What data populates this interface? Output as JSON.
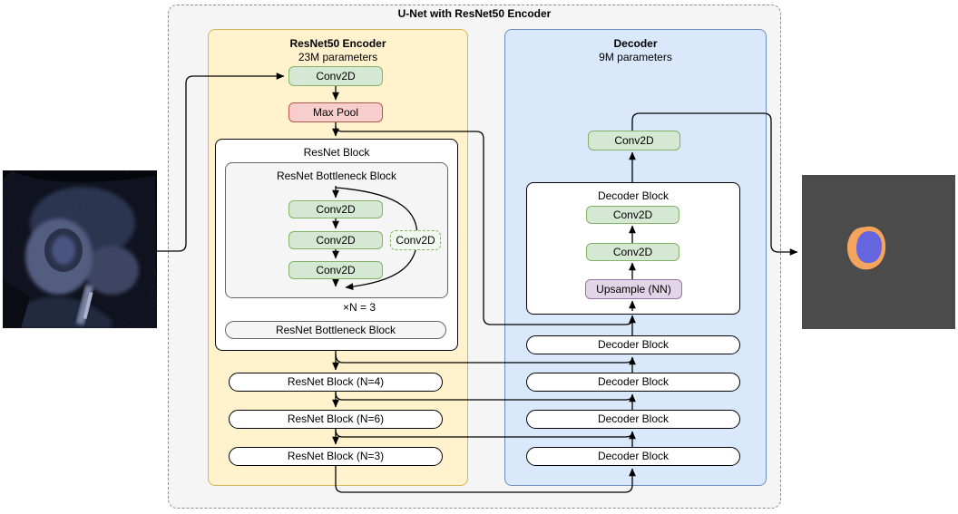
{
  "title": "U-Net with ResNet50 Encoder",
  "encoder": {
    "title": "ResNet50 Encoder",
    "subtitle": "23M parameters",
    "conv_label": "Conv2D",
    "maxpool_label": "Max Pool",
    "resnet_block": {
      "title": "ResNet Block",
      "bottleneck_title": "ResNet Bottleneck Block",
      "conv_labels": [
        "Conv2D",
        "Conv2D",
        "Conv2D"
      ],
      "skip_conv_label": "Conv2D",
      "repeat_label": "×N = 3",
      "collapsed_block_label": "ResNet Bottleneck Block"
    },
    "stage_blocks": [
      "ResNet Block (N=4)",
      "ResNet Block (N=6)",
      "ResNet Block (N=3)"
    ]
  },
  "decoder": {
    "title": "Decoder",
    "subtitle": "9M parameters",
    "final_conv_label": "Conv2D",
    "block_detail": {
      "title": "Decoder Block",
      "conv_labels": [
        "Conv2D",
        "Conv2D"
      ],
      "upsample_label": "Upsample (NN)"
    },
    "stage_blocks": [
      "Decoder Block",
      "Decoder Block",
      "Decoder Block",
      "Decoder Block"
    ]
  },
  "images": {
    "input": "cardiac-mri-input-scan",
    "output": "segmentation-mask-output"
  },
  "colors": {
    "conv_fill": "#D5E8D4",
    "conv_border": "#82B366",
    "maxpool_fill": "#F8CECC",
    "maxpool_border": "#B85450",
    "upsample_fill": "#E1D5E7",
    "upsample_border": "#9673A6",
    "encoder_panel_fill": "#FFF2CC",
    "encoder_panel_border": "#D6B656",
    "decoder_panel_fill": "#DAE8FC",
    "decoder_panel_border": "#6C8EBF",
    "container_fill": "#F5F5F5",
    "gray_fill": "#F5F5F5",
    "gray_border": "#666666",
    "mask_bg": "#4B4B4B",
    "mask_outer_class": "#F5A45E",
    "mask_inner_class": "#6565E0"
  }
}
